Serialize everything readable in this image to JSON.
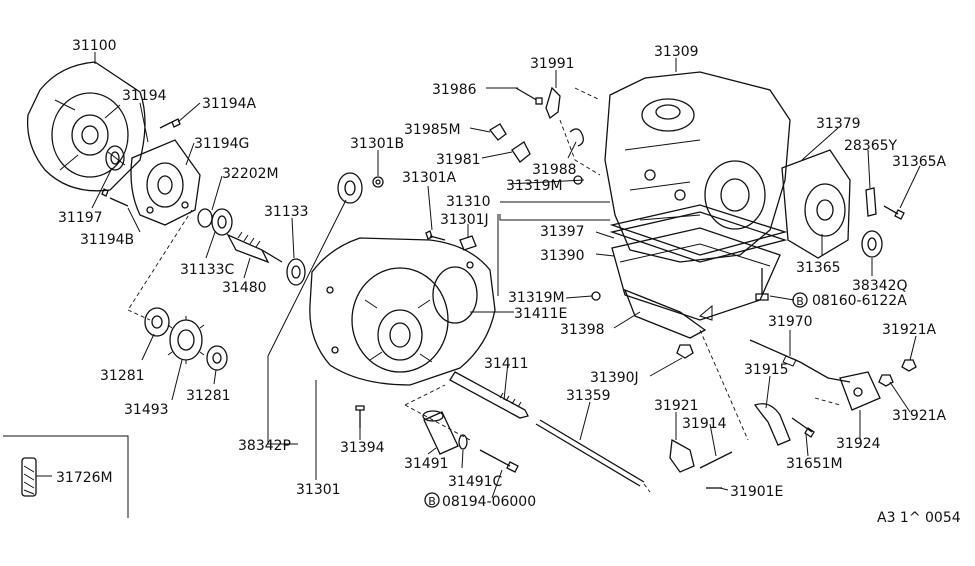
{
  "diagram": {
    "labels": {
      "l31100": "31100",
      "l31194": "31194",
      "l31194A": "31194A",
      "l31194G": "31194G",
      "l32202M": "32202M",
      "l31197": "31197",
      "l31194B": "31194B",
      "l31133C": "31133C",
      "l31133": "31133",
      "l31480": "31480",
      "l31281a": "31281",
      "l31493": "31493",
      "l31281b": "31281",
      "l31726M": "31726M",
      "l31301B": "31301B",
      "l31301A": "31301A",
      "l31301J": "31301J",
      "l31310": "31310",
      "l31319Ma": "31319M",
      "l31397": "31397",
      "l31390": "31390",
      "l31319Mb": "31319M",
      "l31411E": "31411E",
      "l31398": "31398",
      "l31390J": "31390J",
      "l31986": "31986",
      "l31991": "31991",
      "l31985M": "31985M",
      "l31981": "31981",
      "l31988": "31988",
      "l31309": "31309",
      "l31379": "31379",
      "l28365Y": "28365Y",
      "l31365A": "31365A",
      "l31365": "31365",
      "l38342Q": "38342Q",
      "l08160": "08160-6122A",
      "l31970": "31970",
      "l31921Aa": "31921A",
      "l31921Ab": "31921A",
      "l31915": "31915",
      "l31924": "31924",
      "l31651M": "31651M",
      "l31921": "31921",
      "l31914": "31914",
      "l31901E": "31901E",
      "l31411": "31411",
      "l31359": "31359",
      "l31491": "31491",
      "l31491C": "31491C",
      "l08194": "08194-06000",
      "l38342P": "38342P",
      "l31394": "31394",
      "l31301": "31301",
      "footer": "A3 1^ 0054"
    },
    "bolt_marker": "B"
  }
}
